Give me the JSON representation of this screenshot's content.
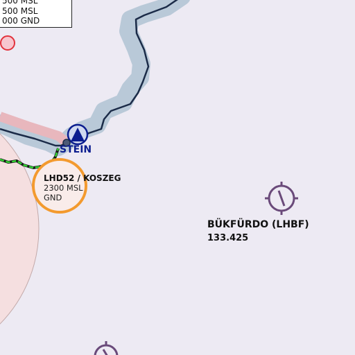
{
  "map": {
    "background_color": "#edeaf3",
    "border_color": "#1b2b48",
    "border_halo_color": "#b8c8d8",
    "restricted_zone_color": "#f3a23a",
    "airspace_fill_color": "#f6dede",
    "green_route_color": "#2fd12f"
  },
  "airspace_box": {
    "lines": [
      "500 MSL",
      "500 MSL",
      "000 GND"
    ]
  },
  "town": {
    "name": "STEIN",
    "icon": "mountain-peak-icon"
  },
  "zone": {
    "name": "LHD52 / KOSZEG",
    "upper": "2300 MSL",
    "lower": "GND"
  },
  "airport": {
    "name": "BÜKFÜRDO (LHBF)",
    "frequency": "133.425",
    "icon": "airport-icon"
  },
  "markers": [
    {
      "name": "red-waypoint-icon"
    },
    {
      "name": "airport-icon-partial"
    }
  ]
}
